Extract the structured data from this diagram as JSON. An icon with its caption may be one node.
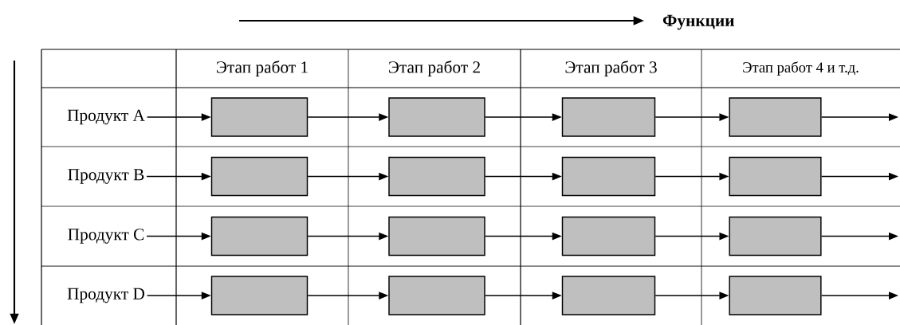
{
  "diagram": {
    "nodes": [
      {
        "text": [
          "Продукт A"
        ]
      },
      {
        "text": [],
        "shape": "box"
      },
      {
        "text": [],
        "shape": "box"
      },
      {
        "text": [],
        "shape": "box"
      },
      {
        "text": [],
        "shape": "box"
      },
      {
        "text": [
          "Продукт B"
        ]
      },
      {
        "text": [],
        "shape": "box"
      },
      {
        "text": [],
        "shape": "box"
      },
      {
        "text": [],
        "shape": "box"
      },
      {
        "text": [],
        "shape": "box"
      },
      {
        "text": [
          "Продукт C"
        ]
      },
      {
        "text": [],
        "shape": "box"
      },
      {
        "text": [],
        "shape": "box"
      },
      {
        "text": [],
        "shape": "box"
      },
      {
        "text": [],
        "shape": "box"
      },
      {
        "text": [
          "Продукт D"
        ]
      },
      {
        "text": [],
        "shape": "box"
      },
      {
        "text": [],
        "shape": "box"
      },
      {
        "text": [],
        "shape": "box"
      },
      {
        "text": [],
        "shape": "box"
      }
    ],
    "edges": [
      {
        "from": 0,
        "to": 1,
        "arrow": "to"
      },
      {
        "from": 1,
        "to": 2,
        "arrow": "to"
      },
      {
        "from": 2,
        "to": 3,
        "arrow": "to"
      },
      {
        "from": 3,
        "to": 4,
        "arrow": "to"
      },
      {
        "from": 4,
        "to": null,
        "arrow": "to"
      },
      {
        "from": 5,
        "to": 6,
        "arrow": "to"
      },
      {
        "from": 6,
        "to": 7,
        "arrow": "to"
      },
      {
        "from": 7,
        "to": 8,
        "arrow": "to"
      },
      {
        "from": 8,
        "to": 9,
        "arrow": "to"
      },
      {
        "from": 9,
        "to": null,
        "arrow": "to"
      },
      {
        "from": 10,
        "to": 11,
        "arrow": "to"
      },
      {
        "from": 11,
        "to": 12,
        "arrow": "to"
      },
      {
        "from": 12,
        "to": 13,
        "arrow": "to"
      },
      {
        "from": 13,
        "to": 14,
        "arrow": "to"
      },
      {
        "from": 14,
        "to": null,
        "arrow": "to"
      },
      {
        "from": 15,
        "to": 16,
        "arrow": "to"
      },
      {
        "from": 16,
        "to": 17,
        "arrow": "to"
      },
      {
        "from": 17,
        "to": 18,
        "arrow": "to"
      },
      {
        "from": 18,
        "to": 19,
        "arrow": "to"
      },
      {
        "from": 19,
        "to": null,
        "arrow": "to"
      }
    ],
    "labels": [
      "Функции",
      "Этап работ 1",
      "Этап работ 2",
      "Этап работ 3",
      "Этап работ 4 и т.д."
    ]
  }
}
